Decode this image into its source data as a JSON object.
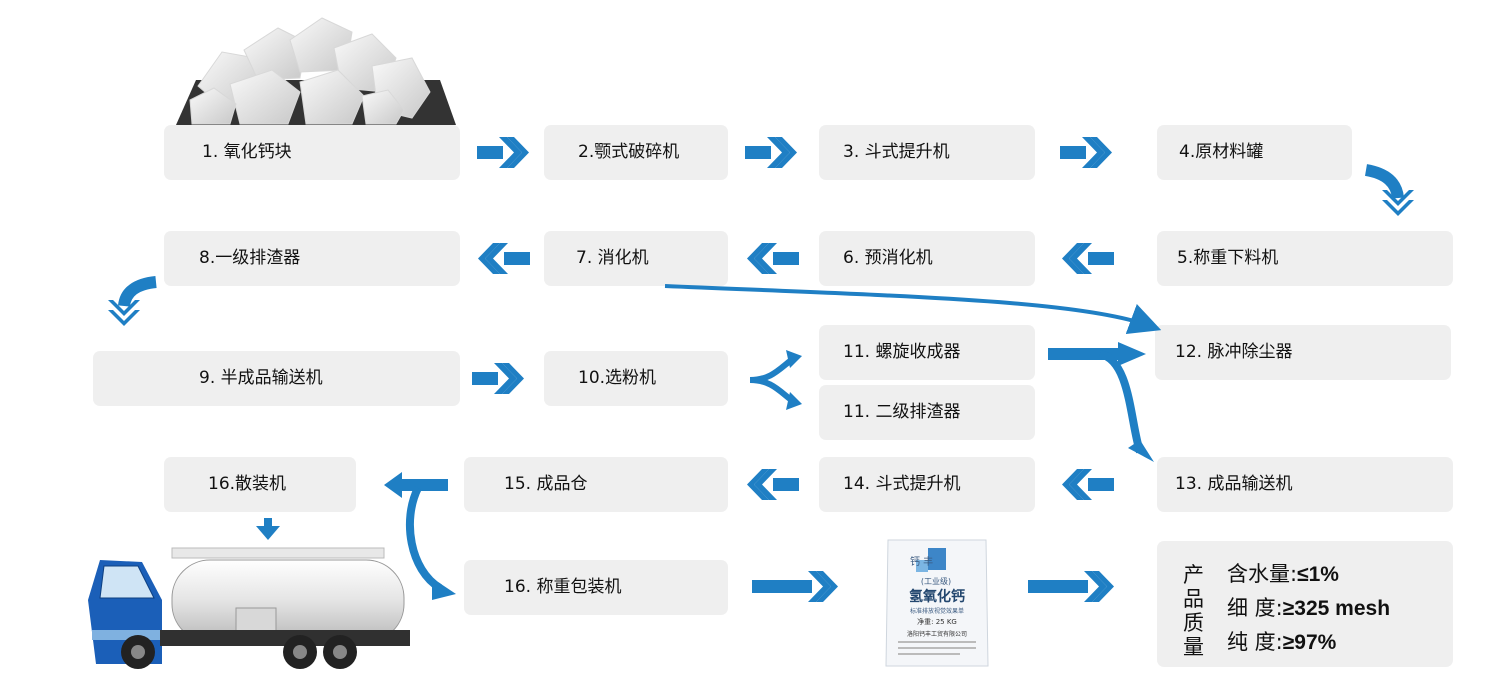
{
  "steps": {
    "s1": "1. 氧化钙块",
    "s2": "2.颚式破碎机",
    "s3": "3. 斗式提升机",
    "s4": "4.原材料罐",
    "s5": "5.称重下料机",
    "s6": "6. 预消化机",
    "s7": "7. 消化机",
    "s8": "8.一级排渣器",
    "s9": "9. 半成品输送机",
    "s10": "10.选粉机",
    "s11a": "11. 螺旋收成器",
    "s11b": "11. 二级排渣器",
    "s12": "12. 脉冲除尘器",
    "s13": "13. 成品输送机",
    "s14": "14. 斗式提升机",
    "s15": "15. 成品仓",
    "s16a": "16.散装机",
    "s16b": "16. 称重包装机"
  },
  "quality": {
    "title": "产品质量",
    "moisture_label": "含水量:",
    "moisture_value": "≤1%",
    "fineness_label": "细 度:",
    "fineness_value": "≥325 mesh",
    "purity_label": "纯 度:",
    "purity_value": "≥97%"
  },
  "bag": {
    "brand": "钙 丰",
    "grade": "(工业级)",
    "product": "氢氧化钙",
    "standard": "标准排放视觉效果单",
    "net": "净重: 25 KG",
    "company": "洛阳钙丰工贸有限公司"
  },
  "colors": {
    "arrow": "#1f7fc4",
    "box": "#efefef"
  }
}
